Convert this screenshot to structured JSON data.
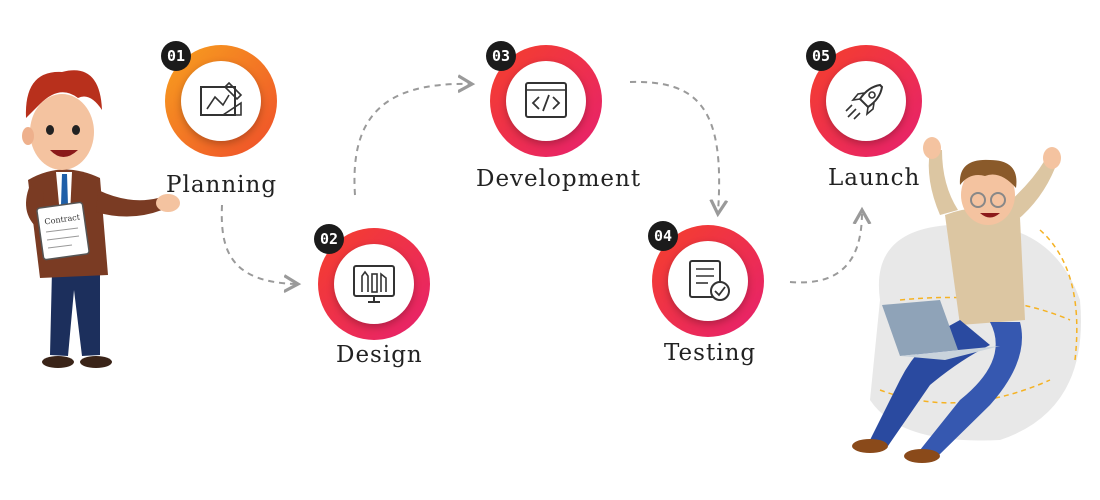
{
  "colors": {
    "ring_orange_start": "#f7931e",
    "ring_orange_end": "#f0522a",
    "ring_red_start": "#f23a2c",
    "ring_red_end": "#e8256d",
    "badge": "#1b1b1b",
    "arrow": "#9a9a9a"
  },
  "steps": [
    {
      "number": "01",
      "label": "Planning",
      "icon": "blueprint-icon"
    },
    {
      "number": "02",
      "label": "Design",
      "icon": "design-monitor-icon"
    },
    {
      "number": "03",
      "label": "Development",
      "icon": "code-window-icon"
    },
    {
      "number": "04",
      "label": "Testing",
      "icon": "checklist-icon"
    },
    {
      "number": "05",
      "label": "Launch",
      "icon": "rocket-icon"
    }
  ],
  "illustrations": {
    "presenter_card_text": "Contract"
  }
}
